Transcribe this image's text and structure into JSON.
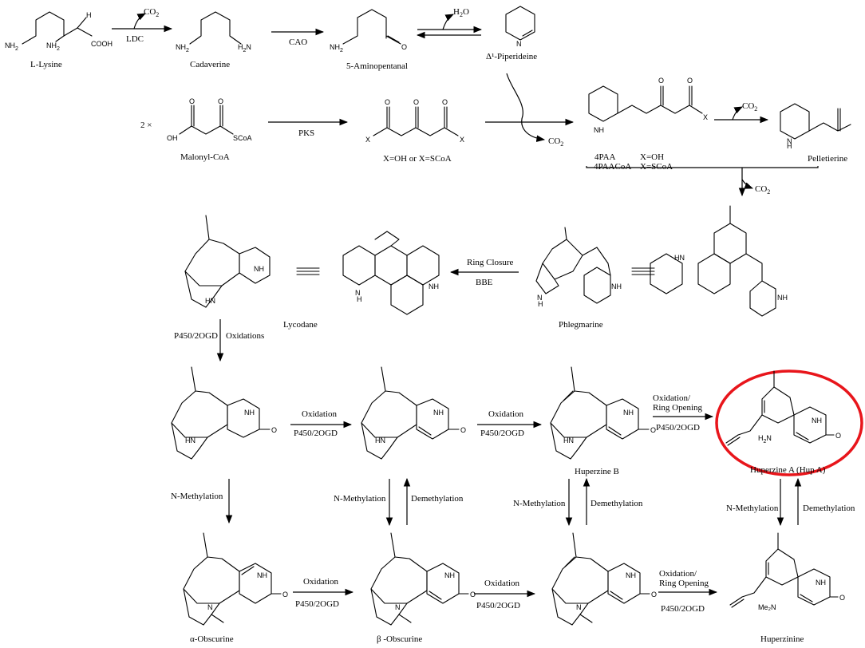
{
  "compounds": {
    "lysine": "L-Lysine",
    "cadaverine": "Cadaverine",
    "aminopentanal": "5-Aminopentanal",
    "piperideine": "Δ¹-Piperideine",
    "malonyl": "Malonyl-CoA",
    "malonyl_mult": "2 ×",
    "x_options": "X=OH or X=SCoA",
    "paa1": "4PAA",
    "paa2": "4PAACoA",
    "paa_x1": "X=OH",
    "paa_x2": "X=SCoA",
    "pelletierine": "Pelletierine",
    "lycodane": "Lycodane",
    "phlegmarine": "Phlegmarine",
    "huperzine_b": "Huperzine B",
    "huperzine_a": "Huperzine A (Hup A)",
    "alpha_obscurine": "α-Obscurine",
    "beta_obscurine": "β -Obscurine",
    "huperzinine": "Huperzinine"
  },
  "enzymes": {
    "ldc": "LDC",
    "cao": "CAO",
    "pks": "PKS",
    "bbe": "BBE",
    "ring_closure": "Ring Closure",
    "p450": "P450/2OGD",
    "oxidations": "Oxidations",
    "oxidation": "Oxidation",
    "oxidation_slash": "Oxidation/",
    "ring_opening": "Ring Opening",
    "n_methylation": "N-Methylation",
    "demethylation": "Demethylation"
  },
  "byproducts": {
    "co2": "CO",
    "co2_sub": "2",
    "h2o_h": "H",
    "h2o_sub": "2",
    "h2o_o": "O"
  },
  "atoms": {
    "nh2": "NH",
    "nh2_sub": "2",
    "nh": "NH",
    "hn": "HN",
    "n": "N",
    "h": "H",
    "o": "O",
    "x": "X",
    "cooh": "COOH",
    "oh": "OH",
    "scoa": "SCoA",
    "me2n": "Me₂N"
  },
  "colors": {
    "highlight": "#e8151b",
    "ink": "#000000"
  }
}
